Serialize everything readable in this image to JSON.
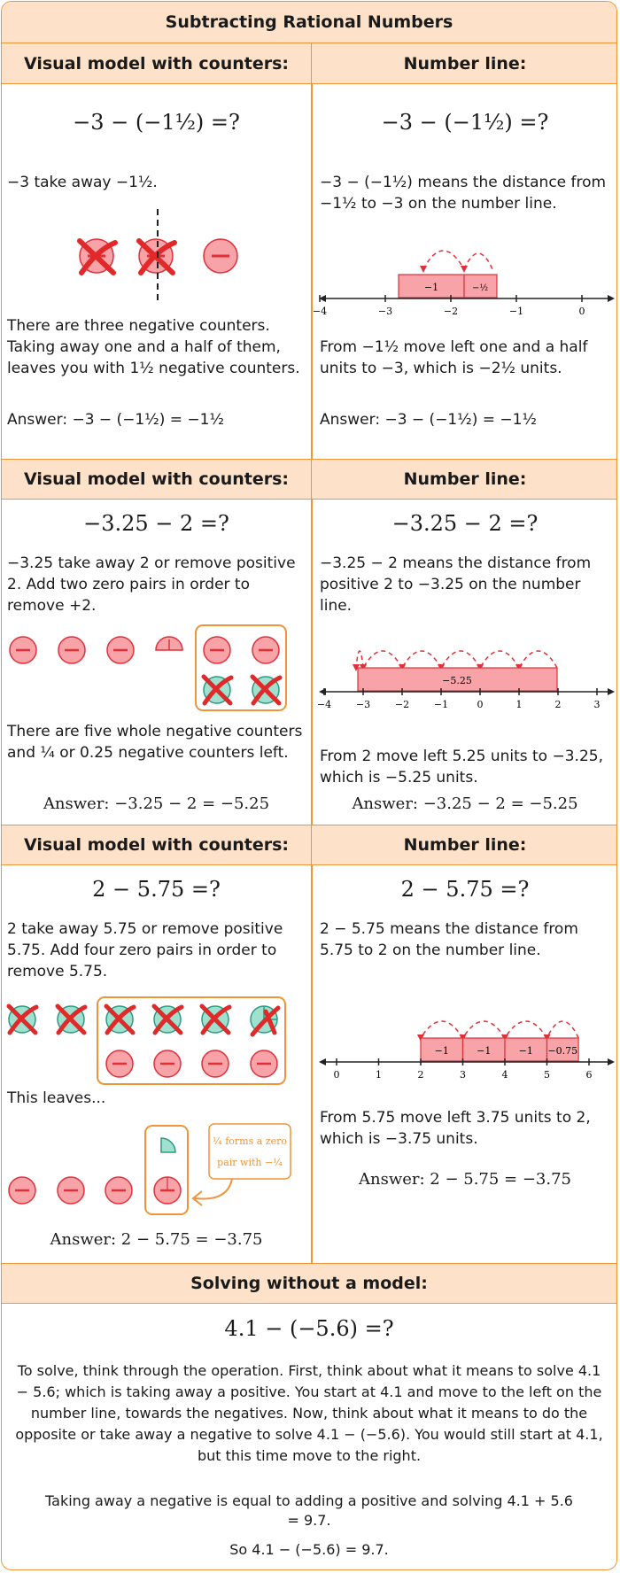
{
  "title": "Subtracting Rational Numbers",
  "sections": [
    {
      "left": {
        "header": "Visual model with counters:",
        "equation": "−3 − (−1½) =?",
        "intro": "−3 take away −1½.",
        "explanation": "There are three negative counters. Taking away one and a half of them, leaves you with 1½ negative counters.",
        "answer": "Answer: −3 − (−1½) = −1½"
      },
      "right": {
        "header": "Number line:",
        "equation": "−3 − (−1½) =?",
        "intro": "−3 − (−1½) means the distance from −1½ to −3 on the number line.",
        "explanation": "From −1½ move left one and a half units to −3, which is −2½ units.",
        "answer": "Answer: −3 − (−1½) = −1½",
        "ticks": [
          "−4",
          "−3",
          "−2",
          "−1",
          "0"
        ],
        "boxes": [
          "−1",
          "−½"
        ]
      }
    },
    {
      "left": {
        "header": "Visual model with counters:",
        "equation": "−3.25 − 2 =?",
        "intro": "−3.25 take away 2 or remove positive 2. Add two zero pairs in order to remove +2.",
        "explanation": "There are five whole negative counters and ¼ or 0.25 negative counters left.",
        "answer": "Answer: −3.25 − 2 = −5.25"
      },
      "right": {
        "header": "Number line:",
        "equation": "−3.25 − 2 =?",
        "intro": "−3.25 − 2 means the distance from positive 2 to −3.25 on the number line.",
        "explanation": "From 2 move left 5.25 units to −3.25, which is −5.25 units.",
        "answer": "Answer: −3.25 − 2 = −5.25",
        "ticks": [
          "−4",
          "−3",
          "−2",
          "−1",
          "0",
          "1",
          "2",
          "3"
        ],
        "boxes": [
          "−5.25"
        ]
      }
    },
    {
      "left": {
        "header": "Visual model with counters:",
        "equation": "2 − 5.75 =?",
        "intro": "2 take away 5.75 or remove positive 5.75. Add four zero pairs in order to remove 5.75.",
        "leaves": "This leaves...",
        "callout_line1": "¼ forms a zero",
        "callout_line2": "pair with −¼",
        "answer": "Answer: 2 − 5.75 = −3.75"
      },
      "right": {
        "header": "Number line:",
        "equation": "2 − 5.75 =?",
        "intro": "2 − 5.75 means the distance from 5.75 to 2 on the number line.",
        "explanation": "From 5.75 move left 3.75 units to 2, which is −3.75 units.",
        "answer": "Answer: 2 − 5.75 = −3.75",
        "ticks": [
          "0",
          "1",
          "2",
          "3",
          "4",
          "5",
          "6"
        ],
        "boxes": [
          "−1",
          "−1",
          "−1",
          "−0.75"
        ]
      }
    }
  ],
  "solving": {
    "header": "Solving without a model:",
    "equation": "4.1 − (−5.6) =?",
    "paragraph": "To solve, think through the operation. First, think about what it means to solve 4.1 − 5.6; which is taking away a positive. You start at 4.1 and move to the left on the number line, towards the negatives. Now, think about what it means to do the opposite or take away a negative to solve 4.1 − (−5.6). You would still start at 4.1, but this time move to the right.",
    "paragraph2": "Taking away a negative is equal to adding a positive and solving 4.1 + 5.6 = 9.7.",
    "conclusion": "So 4.1 − (−5.6) = 9.7."
  },
  "colors": {
    "border": "#f0943a",
    "header_bg": "#fde1c8",
    "negative_fill": "#f7a3a8",
    "negative_stroke": "#e0303a",
    "positive_fill": "#9fe0cf",
    "positive_stroke": "#2a9c80",
    "cross": "#e02a2a"
  }
}
